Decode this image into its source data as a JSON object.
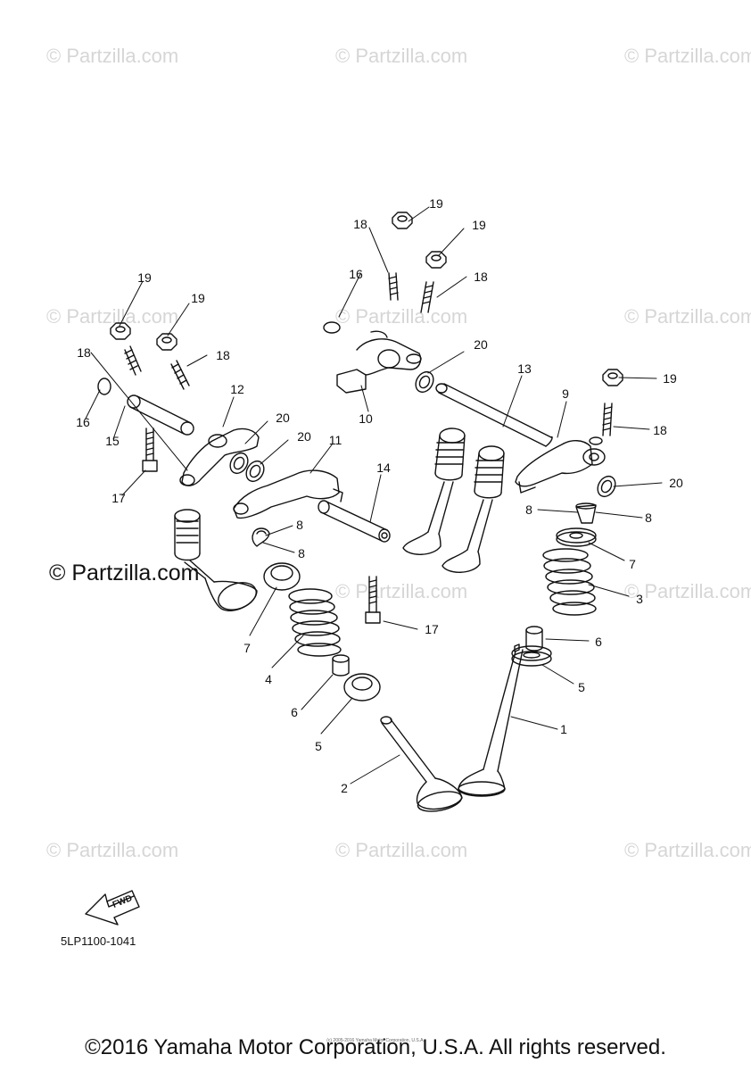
{
  "watermarks": {
    "small_text": "© Partzilla.com",
    "large_text": "© Partzilla.com"
  },
  "callouts": {
    "c1": "1",
    "c2": "2",
    "c3": "3",
    "c4": "4",
    "c5": "5",
    "c6": "6",
    "c7": "7",
    "c8": "8",
    "c9": "9",
    "c10": "10",
    "c11": "11",
    "c12": "12",
    "c13": "13",
    "c14": "14",
    "c15": "15",
    "c16": "16",
    "c17": "17",
    "c18": "18",
    "c19": "19",
    "c20": "20"
  },
  "fwd_label": "FWD",
  "part_code": "5LP1100-1041",
  "fine_print": "(c) 2005-2016 Yamaha Motor Corporation, U.S.A.",
  "footer": "©2016 Yamaha Motor Corporation, U.S.A. All rights reserved.",
  "colors": {
    "ink": "#111111",
    "watermark": "#d6d6d6",
    "background": "#ffffff"
  }
}
